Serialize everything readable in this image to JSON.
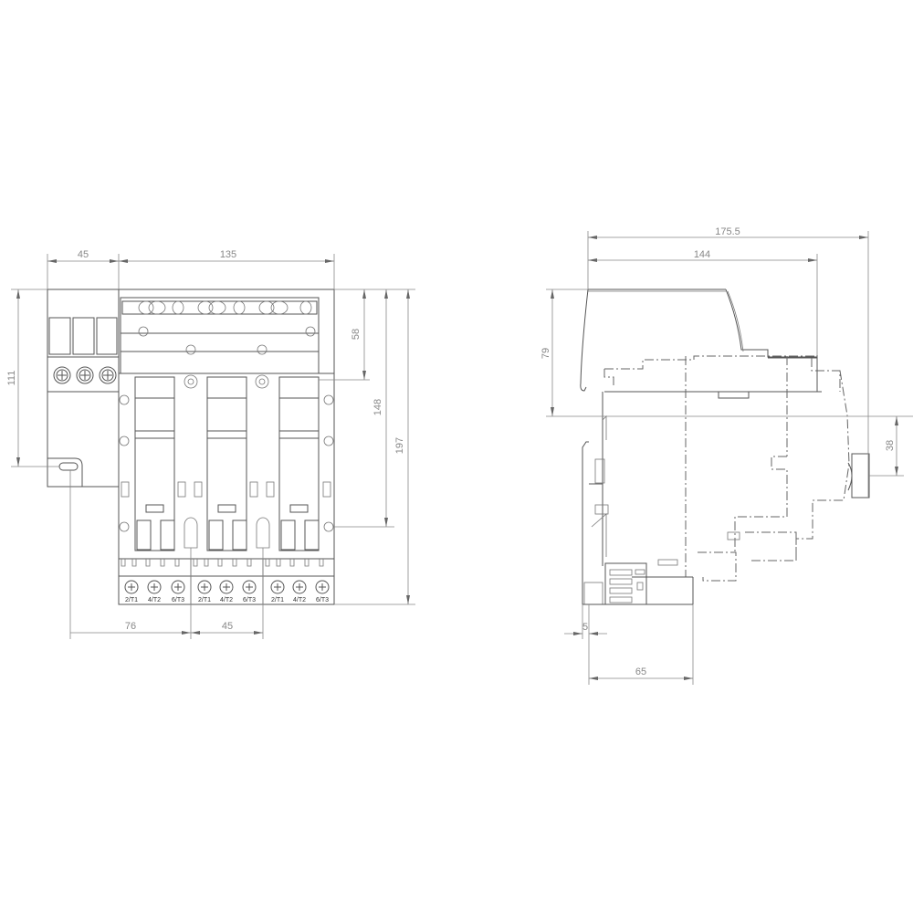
{
  "front_view": {
    "dimensions": {
      "top_left_width": "45",
      "top_main_width": "135",
      "left_height": "111",
      "right_58": "58",
      "right_148": "148",
      "right_197": "197",
      "bottom_76": "76",
      "bottom_45": "45"
    },
    "terminal_groups": [
      {
        "labels": [
          "2/T1",
          "4/T2",
          "6/T3"
        ]
      },
      {
        "labels": [
          "2/T1",
          "4/T2",
          "6/T3"
        ]
      },
      {
        "labels": [
          "2/T1",
          "4/T2",
          "6/T3"
        ]
      }
    ]
  },
  "side_view": {
    "dimensions": {
      "overall_width": "175.5",
      "body_width": "144",
      "top_height": "79",
      "right_height": "38",
      "rail_offset": "5",
      "base_depth": "65"
    }
  },
  "colors": {
    "line": "#555555",
    "dimension": "#888888",
    "background": "#ffffff"
  }
}
